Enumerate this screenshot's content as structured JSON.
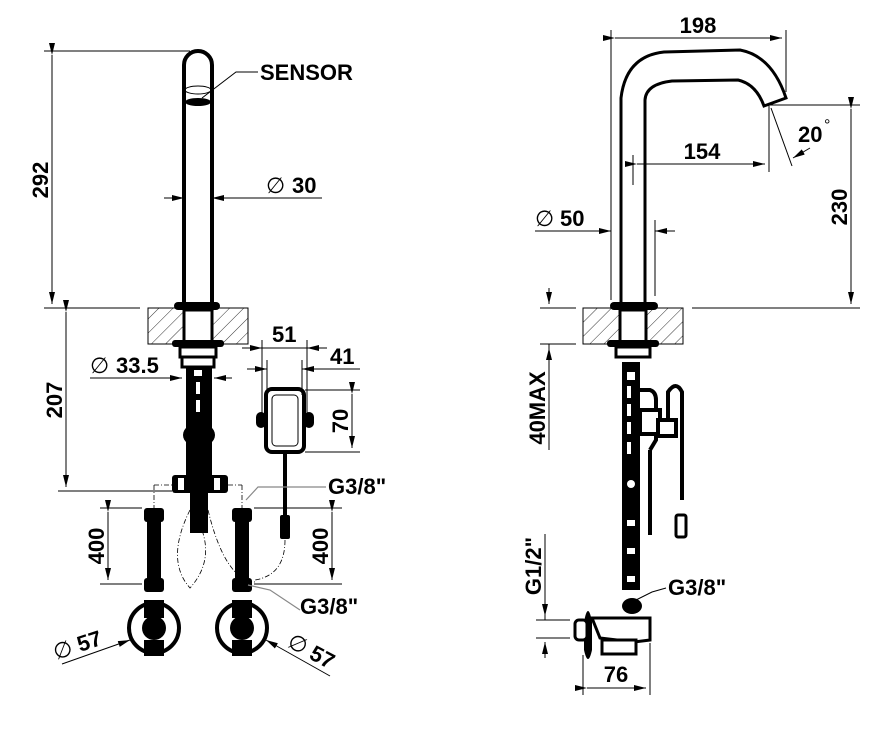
{
  "drawing": {
    "title": "Sensor basin mixer technical drawing",
    "line_color": "#000000",
    "background": "#ffffff",
    "leader_color": "#888888",
    "front_view": {
      "height_spout": "292",
      "sensor_label": "SENSOR",
      "spout_diameter": "30",
      "below_deck_height": "207",
      "shank_diameter": "33.5",
      "control_box_width_outer": "51",
      "control_box_width_inner": "41",
      "control_box_height": "70",
      "connection_top": "G3/8\"",
      "connection_bottom": "G3/8\"",
      "hose_length_left": "400",
      "hose_length_right": "400",
      "valve_diameter_left": "57",
      "valve_diameter_right": "57",
      "diameter_symbol": "∅"
    },
    "side_view": {
      "spout_reach_total": "198",
      "spout_reach": "154",
      "spout_angle": "20",
      "degree_symbol": "°",
      "spout_height": "230",
      "body_diameter": "50",
      "deck_thickness": "40MAX",
      "inlet_thread": "G1/2\"",
      "outlet_thread": "G3/8\"",
      "valve_depth": "76",
      "diameter_symbol": "∅"
    }
  }
}
